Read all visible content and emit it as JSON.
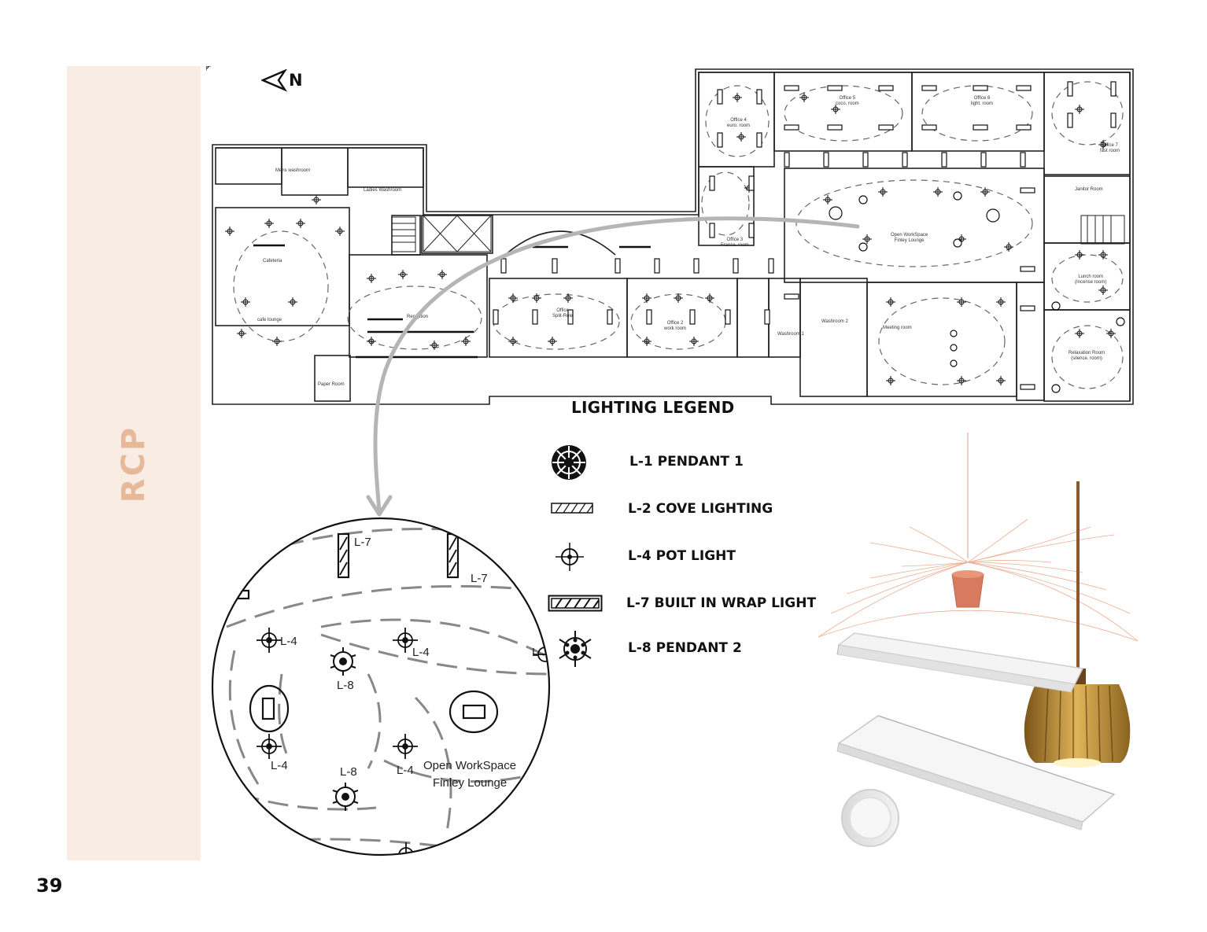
{
  "page": {
    "side_title": "RCP",
    "page_number": "39",
    "north_label": "N"
  },
  "floorplan": {
    "rooms": [
      {
        "id": "mens",
        "label": "Mens washroom"
      },
      {
        "id": "ladies",
        "label": "Ladies Washroom"
      },
      {
        "id": "cafeteria",
        "label": "Cafeteria"
      },
      {
        "id": "cafe",
        "label": "cafe lounge"
      },
      {
        "id": "reception",
        "label": "Reception"
      },
      {
        "id": "paper",
        "label": "Paper Room"
      },
      {
        "id": "office1",
        "label": "Office\nSplit-Role"
      },
      {
        "id": "office2",
        "label": "Office 2\nwork room"
      },
      {
        "id": "office3",
        "label": "Office 3\nFrance. room"
      },
      {
        "id": "office4",
        "label": "Office 4\neuro. room"
      },
      {
        "id": "office5",
        "label": "Office 5\ncoco. room"
      },
      {
        "id": "office6",
        "label": "Office 6\nlight. room"
      },
      {
        "id": "office7",
        "label": "Office 7\nfast room"
      },
      {
        "id": "openws",
        "label": "Open WorkSpace\nFinley Lounge"
      },
      {
        "id": "janitor",
        "label": "Janitor Room"
      },
      {
        "id": "lunch",
        "label": "Lunch room\n(Incense room)"
      },
      {
        "id": "relax",
        "label": "Relaxation Room\n(silence. room)"
      },
      {
        "id": "meeting",
        "label": "Meeting room"
      },
      {
        "id": "wash1",
        "label": "Washroom 1"
      },
      {
        "id": "wash2",
        "label": "Washroom 2"
      }
    ]
  },
  "legend": {
    "title": "LIGHTING LEGEND",
    "items": [
      {
        "code": "L-1",
        "label": "L-1  PENDANT 1",
        "icon": "pendant-1-icon"
      },
      {
        "code": "L-2",
        "label": "L-2 COVE LIGHTING",
        "icon": "cove-lighting-icon"
      },
      {
        "code": "L-4",
        "label": "L-4  POT LIGHT",
        "icon": "pot-light-icon"
      },
      {
        "code": "L-7",
        "label": "L-7  BUILT IN WRAP LIGHT",
        "icon": "wrap-light-icon"
      },
      {
        "code": "L-8",
        "label": "L-8  PENDANT 2",
        "icon": "pendant-2-icon"
      }
    ]
  },
  "zoom": {
    "labels": {
      "l7a": "L-7",
      "l7b": "L-7",
      "l4a": "L-4",
      "l4b": "L-4",
      "l4c": "L-4",
      "l4d": "L-4",
      "l8a": "L-8",
      "l8b": "L-8",
      "l4e": "L",
      "room": "Open WorkSpace",
      "room2": "Finley Lounge"
    }
  },
  "colors": {
    "band": "#f9ece3",
    "title": "#e8b89a",
    "arrow": "#b5b5b5",
    "line": "#222222"
  }
}
